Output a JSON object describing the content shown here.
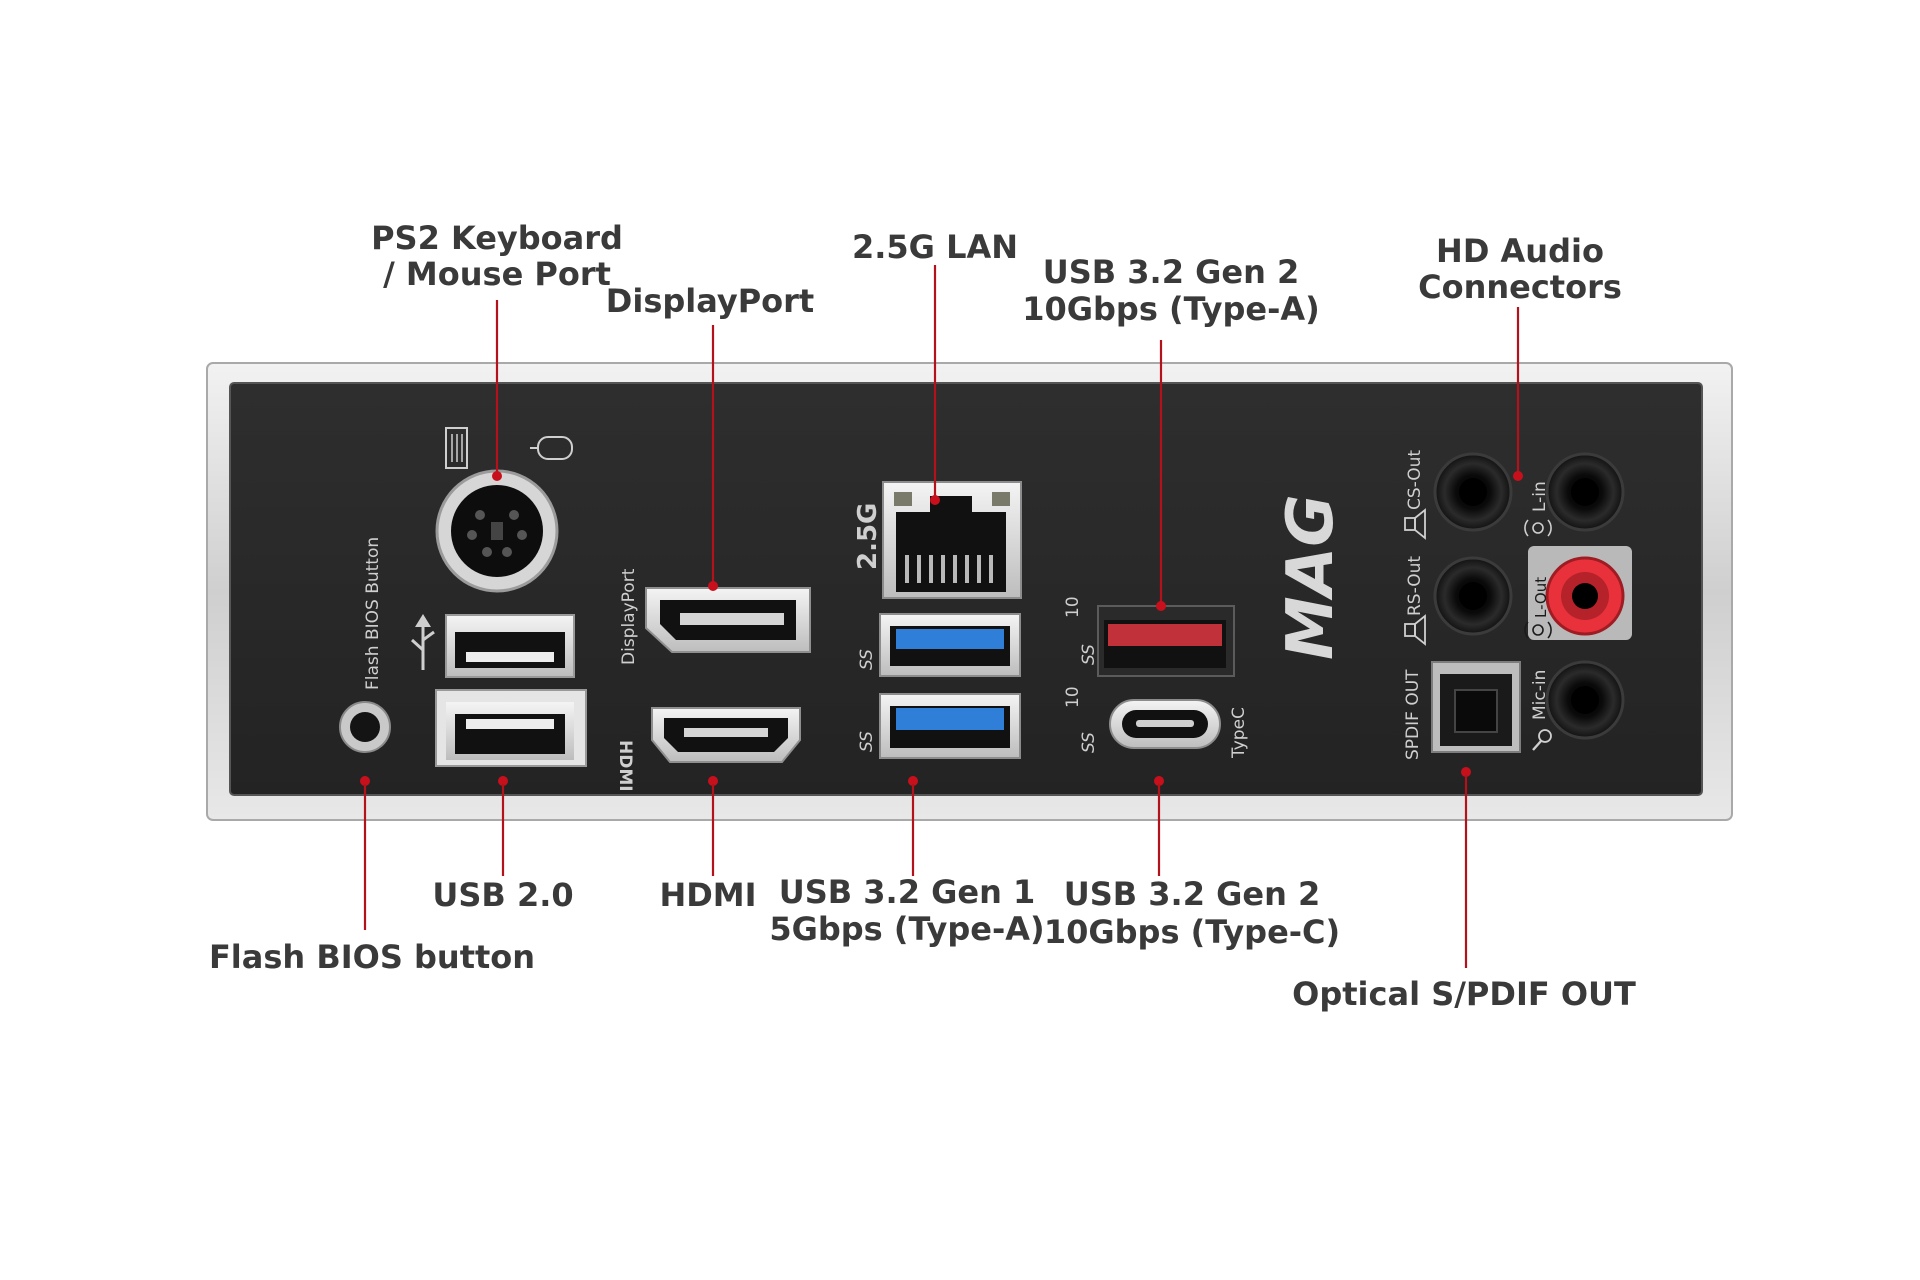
{
  "diagram": {
    "callouts": {
      "ps2_line1": "PS2 Keyboard",
      "ps2_line2": "/ Mouse Port",
      "displayport": "DisplayPort",
      "lan": "2.5G LAN",
      "usb_gen2a_line1": "USB 3.2 Gen 2",
      "usb_gen2a_line2": "10Gbps (Type-A)",
      "hd_audio_line1": "HD Audio",
      "hd_audio_line2": "Connectors",
      "usb20": "USB 2.0",
      "hdmi": "HDMI",
      "usb_gen1_line1": "USB 3.2 Gen 1",
      "usb_gen1_line2": "5Gbps (Type-A)",
      "usb_gen2c_line1": "USB 3.2 Gen 2",
      "usb_gen2c_line2": "10Gbps (Type-C)",
      "flash_bios": "Flash BIOS button",
      "spdif": "Optical S/PDIF OUT"
    },
    "plate_labels": {
      "flash_bios_button": "Flash BIOS Button",
      "displayport": "DisplayPort",
      "hdmi": "HDMI",
      "lan_speed": "2.5G",
      "ss_gen1_a": "SS",
      "ss_gen1_b": "SS",
      "ss_gen2_a": "SS",
      "ss_gen2_a_num": "10",
      "ss_gen2_c": "SS",
      "ss_gen2_c_num": "10",
      "typec": "TypeC",
      "brand": "MAG",
      "cs_out": "CS-Out",
      "rs_out": "RS-Out",
      "spdif_out": "SPDIF OUT",
      "l_in": "L-in",
      "l_out": "L-Out",
      "mic_in": "Mic-in"
    },
    "colors": {
      "leader": "#b3121b",
      "plate": "#2a2a2a",
      "usb3_blue": "#2f7fd8",
      "usb_gen2_red": "#c0313a",
      "audio_red": "#e8313a"
    }
  }
}
